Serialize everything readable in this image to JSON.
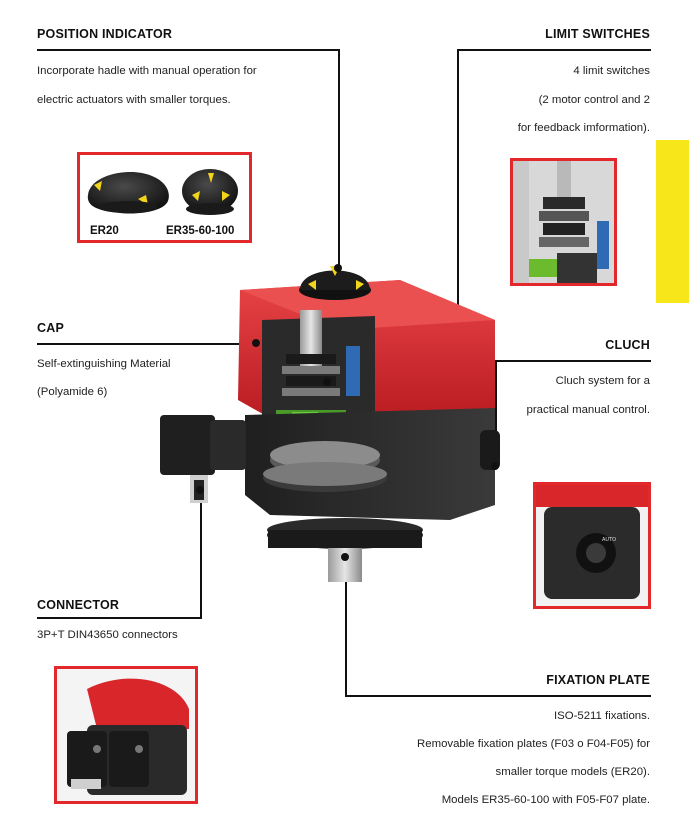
{
  "position_indicator": {
    "heading": "POSITION INDICATOR",
    "lines": [
      "Incorporate hadle with manual operation for",
      "electric actuators with smaller torques."
    ],
    "inset_labels": [
      "ER20",
      "ER35-60-100"
    ]
  },
  "limit_switches": {
    "heading": "LIMIT SWITCHES",
    "lines": [
      "4 limit switches",
      "(2 motor control and 2",
      "for feedback imformation)."
    ]
  },
  "cap": {
    "heading": "CAP",
    "lines": [
      "Self-extinguishing Material",
      "(Polyamide 6)"
    ]
  },
  "cluch": {
    "heading": "CLUCH",
    "lines": [
      "Cluch system for a",
      "practical manual control."
    ]
  },
  "connector": {
    "heading": "CONNECTOR",
    "lines": [
      "3P+T DIN43650 connectors"
    ]
  },
  "fixation_plate": {
    "heading": "FIXATION PLATE",
    "lines": [
      "ISO-5211 fixations.",
      "Removable fixation plates (F03 o F04-F05)  for",
      "smaller torque models (ER20).",
      "Models ER35-60-100 with F05-F07 plate."
    ]
  },
  "colors": {
    "accent_red": "#e3282c",
    "tab_yellow": "#f6e61a",
    "actuator_red": "#d9262b",
    "actuator_black": "#2a2a2a"
  }
}
